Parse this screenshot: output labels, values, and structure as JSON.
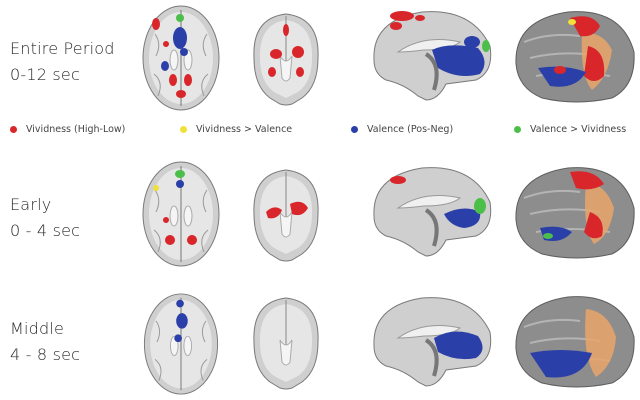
{
  "rows": [
    {
      "title": "Entire Period",
      "time": "0-12 sec"
    },
    {
      "title": "Early",
      "time": "0 - 4 sec"
    },
    {
      "title": "Middle",
      "time": "4 - 8 sec"
    }
  ],
  "legend": [
    {
      "label": "Vividness (High-Low)",
      "color": "#d8262a"
    },
    {
      "label": "Vividness > Valence",
      "color": "#f0e03a"
    },
    {
      "label": "Valence (Pos-Neg)",
      "color": "#2b3fa8"
    },
    {
      "label": "Valence > Vividness",
      "color": "#4cbf4a"
    }
  ],
  "colors": {
    "red": "#d8262a",
    "yellow": "#f0e03a",
    "blue": "#2b3fa8",
    "green": "#4cbf4a",
    "orange": "#e9a56a"
  }
}
